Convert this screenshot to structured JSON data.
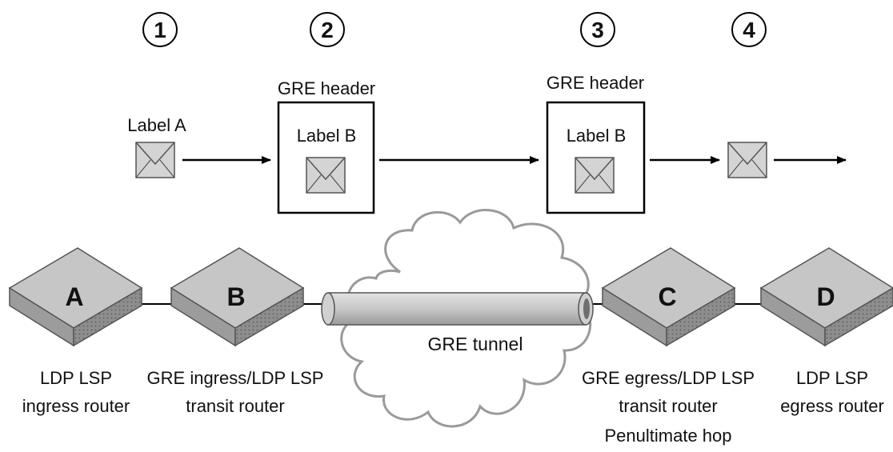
{
  "steps": [
    "1",
    "2",
    "3",
    "4"
  ],
  "packets": {
    "label_a": "Label A",
    "gre_header_1": "GRE header",
    "label_b_1": "Label B",
    "gre_header_2": "GRE header",
    "label_b_2": "Label B"
  },
  "routers": {
    "a": {
      "letter": "A",
      "caption": [
        "LDP LSP",
        "ingress router"
      ]
    },
    "b": {
      "letter": "B",
      "caption": [
        "GRE ingress/LDP LSP",
        "transit router"
      ]
    },
    "c": {
      "letter": "C",
      "caption": [
        "GRE egress/LDP LSP",
        "transit router",
        "Penultimate hop"
      ]
    },
    "d": {
      "letter": "D",
      "caption": [
        "LDP LSP",
        "egress router"
      ]
    }
  },
  "tunnel": {
    "label": "GRE tunnel"
  },
  "colors": {
    "router_top": "#c6c6c6",
    "router_side": "#8e8e8e",
    "envelope": "#d4d4d4",
    "cloud": "#ffffff",
    "cloud_stroke": "#9a9a9a",
    "tunnel": "#c8c8c8",
    "line": "#000000"
  },
  "icons": [
    "envelope-icon",
    "router-icon",
    "cloud-icon",
    "tunnel-pipe-icon"
  ]
}
